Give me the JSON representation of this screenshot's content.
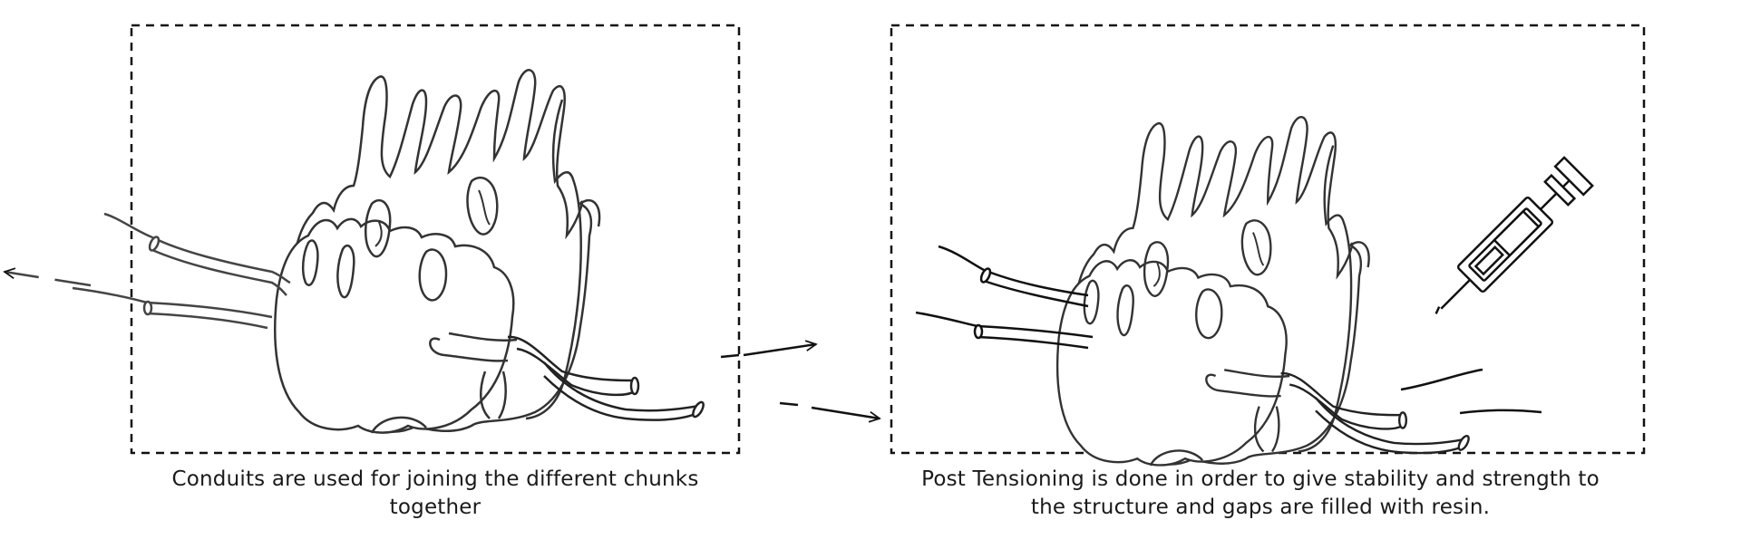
{
  "panels": {
    "left": {
      "caption_lines": [
        "Conduits are used for joining the different chunks",
        "together"
      ],
      "icons": [
        "rock-sculpture-icon",
        "conduit-tube-icon",
        "dashed-arrow-icon"
      ]
    },
    "right": {
      "caption_lines": [
        "Post Tensioning is done in order to give stability and strength to",
        "the structure and gaps are filled with resin."
      ],
      "icons": [
        "rock-sculpture-icon",
        "conduit-tube-icon",
        "syringe-icon"
      ]
    }
  },
  "colors": {
    "line": "#111111",
    "line_soft": "#555555",
    "text": "#1a1a1a",
    "background": "#ffffff"
  }
}
